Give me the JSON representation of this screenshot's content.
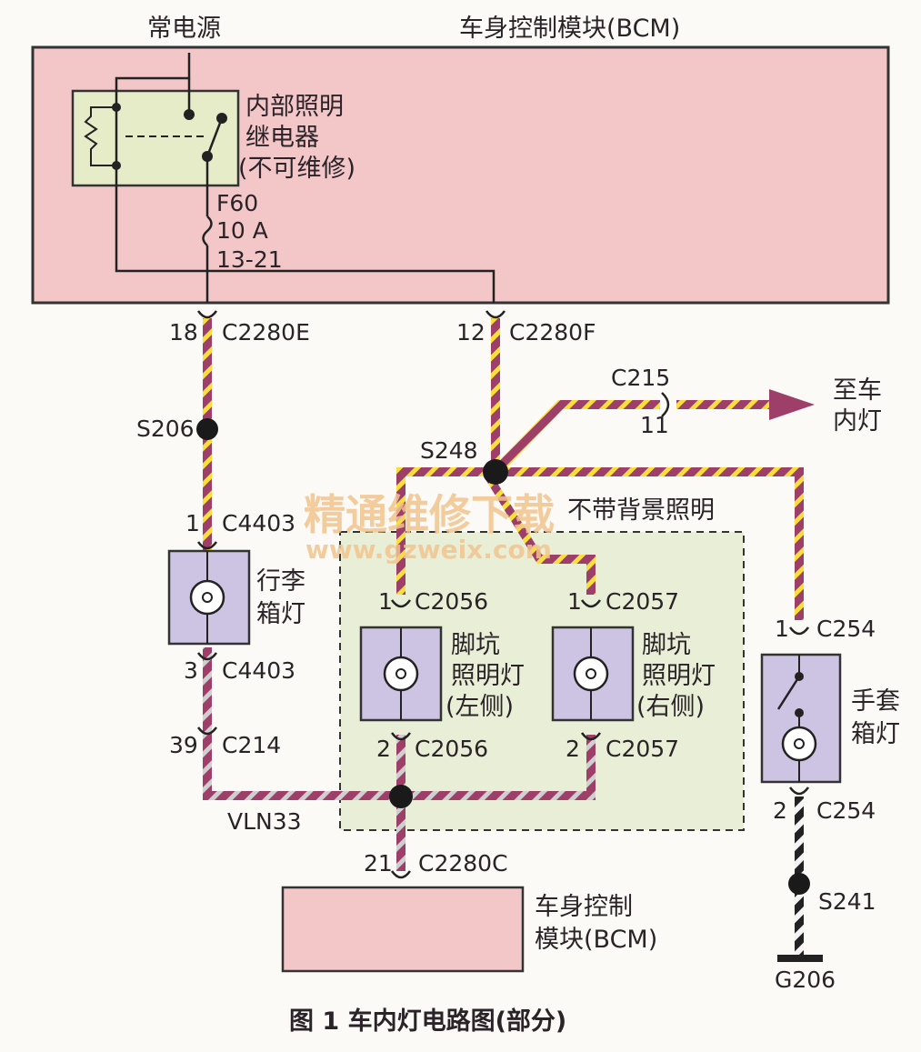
{
  "labels": {
    "power_source": "常电源",
    "bcm_title": "车身控制模块(BCM)",
    "relay_line1": "内部照明",
    "relay_line2": "继电器",
    "relay_line3": "(不可维修)",
    "fuse_id": "F60",
    "fuse_rating": "10 A",
    "fuse_loc": "13-21",
    "pin_18": "18",
    "conn_c2280e": "C2280E",
    "pin_12": "12",
    "conn_c2280f": "C2280F",
    "conn_c215": "C215",
    "pin_11": "11",
    "to_dome_line1": "至车",
    "to_dome_line2": "内灯",
    "splice_s206": "S206",
    "splice_s248": "S248",
    "no_backlight": "不带背景照明",
    "pin_1a": "1",
    "conn_c4403_top": "C4403",
    "trunk_line1": "行李",
    "trunk_line2": "箱灯",
    "pin_3": "3",
    "conn_c4403_bot": "C4403",
    "pin_39": "39",
    "conn_c214": "C214",
    "pin_1b": "1",
    "conn_c2056_top": "C2056",
    "foot_left_line1": "脚坑",
    "foot_left_line2": "照明灯",
    "foot_left_line3": "(左侧)",
    "pin_2a": "2",
    "conn_c2056_bot": "C2056",
    "pin_1c": "1",
    "conn_c2057_top": "C2057",
    "foot_right_line1": "脚坑",
    "foot_right_line2": "照明灯",
    "foot_right_line3": "(右侧)",
    "pin_2b": "2",
    "conn_c2057_bot": "C2057",
    "pin_1d": "1",
    "conn_c254_top": "C254",
    "glove_line1": "手套",
    "glove_line2": "箱灯",
    "pin_2c": "2",
    "conn_c254_bot": "C254",
    "splice_s241": "S241",
    "ground_g206": "G206",
    "circuit_vln33": "VLN33",
    "pin_21": "21",
    "conn_c2280c": "C2280C",
    "bcm2_line1": "车身控制",
    "bcm2_line2": "模块(BCM)",
    "caption": "图 1   车内灯电路图(部分)"
  },
  "watermark": {
    "title": "精通维修下载",
    "url": "www.gzweix.com"
  },
  "colors": {
    "bcm_fill": "#f3c6c8",
    "relay_fill": "#e6ecc8",
    "dashed_zone_fill": "#e8efd6",
    "lamp_fill": "#cdc3e2",
    "wire_purple": "#9e3f6a",
    "wire_yellow": "#f6e03c",
    "wire_gray": "#c8c8c8",
    "wire_black": "#222222",
    "arrow_color": "#9e3f6a"
  }
}
